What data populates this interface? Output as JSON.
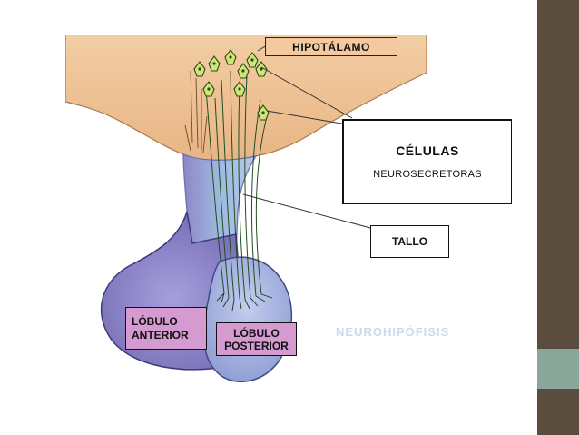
{
  "labels": {
    "hipotalamo": "HIPOTÁLAMO",
    "celulas_title": "CÉLULAS",
    "celulas_subtitle": "NEUROSECRETORAS",
    "tallo": "TALLO",
    "lobulo_anterior_line1": "LÓBULO",
    "lobulo_anterior_line2": "ANTERIOR",
    "lobulo_posterior_line1": "LÓBULO",
    "lobulo_posterior_line2": "POSTERIOR"
  },
  "watermark": "NEUROHIPÓFISIS",
  "colors": {
    "slide_band": "#5a4d40",
    "slide_accent": "#8aa59a",
    "hypothalamus": "#efc395",
    "stalk": "#9eb9df",
    "anterior_lobe": "#8e86c8",
    "posterior_lobe": "#a7b5e0",
    "neuron": "#cfe57a",
    "label_pink": "#d59ad0"
  }
}
